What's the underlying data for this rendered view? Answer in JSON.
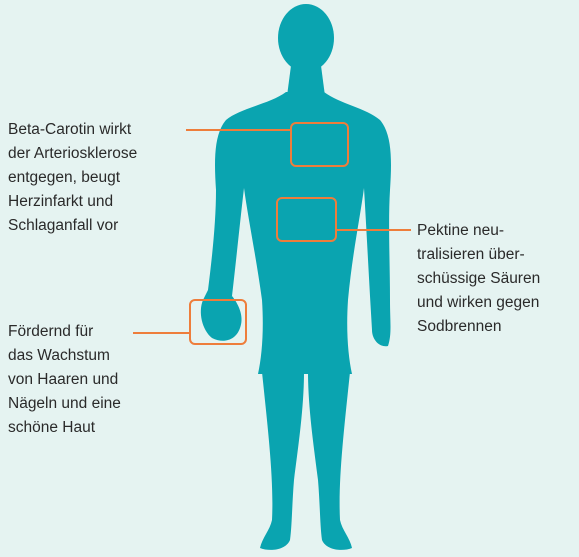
{
  "diagram": {
    "colors": {
      "background": "#e5f3f1",
      "silhouette": "#0aa4b0",
      "accent": "#ee7d3b",
      "text": "#2a2a2a"
    },
    "annotations": [
      {
        "id": "heart",
        "target": "chest",
        "text": "Beta-Carotin wirkt\nder Arteriosklerose\nentgegen, beugt\nHerzinfarkt und\nSchlaganfall vor"
      },
      {
        "id": "stomach",
        "target": "abdomen",
        "text": "Pektine neu-\ntralisieren über-\nschüssige Säuren\nund wirken gegen\nSodbrennen"
      },
      {
        "id": "hand",
        "target": "hand",
        "text": "Fördernd für\ndas Wachstum\nvon Haaren und\nNägeln und eine\nschöne Haut"
      }
    ]
  }
}
